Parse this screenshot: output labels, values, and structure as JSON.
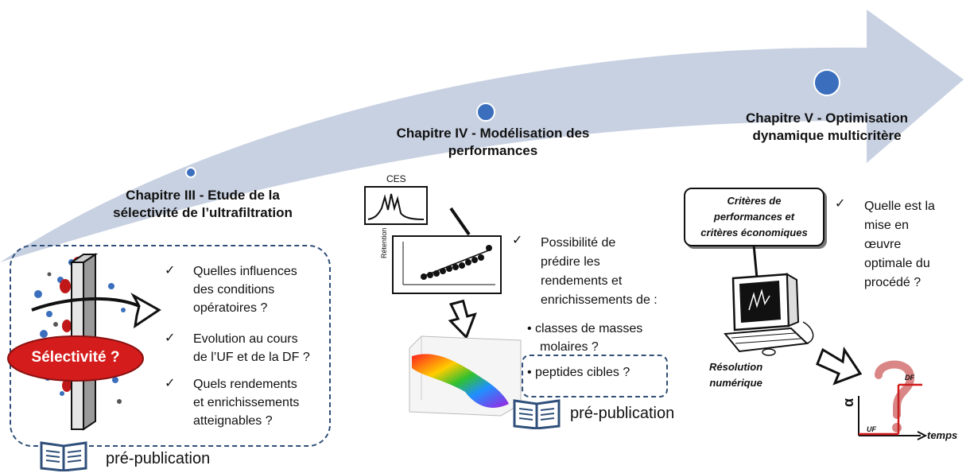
{
  "colors": {
    "arrow": "#c8d1e1",
    "dot": "#3b6fbd",
    "dashed_border": "#2f4f7a",
    "ellipse": "#d51c1c",
    "red_line": "#d51c1c"
  },
  "chapters": [
    {
      "title_line1": "Chapitre III - Etude de la",
      "title_line2": "sélectivité de l’ultrafiltration"
    },
    {
      "title_line1": "Chapitre IV - Modélisation des",
      "title_line2": "performances"
    },
    {
      "title_line1": "Chapitre V - Optimisation",
      "title_line2": "dynamique multicritère"
    }
  ],
  "ch3": {
    "ellipse_label": "Sélectivité ?",
    "items": [
      {
        "line1": "Quelles influences",
        "line2": "des conditions",
        "line3": "opératoires ?"
      },
      {
        "line1": "Evolution au cours",
        "line2": "de l’UF et de la DF ?"
      },
      {
        "line1": "Quels rendements",
        "line2": "et enrichissements",
        "line3": "atteignables ?"
      }
    ],
    "publication": "pré-publication"
  },
  "ch4": {
    "ces_label": "CES",
    "retention_label": "Rétention",
    "main_item": {
      "line1": "Possibilité de",
      "line2": "prédire les",
      "line3": "rendements et",
      "line4": "enrichissements de :"
    },
    "bullets": [
      {
        "line1": "classes de masses",
        "line2": "molaires ?"
      },
      {
        "line1": "peptides cibles ?"
      }
    ],
    "publication": "pré-publication"
  },
  "ch5": {
    "callout": {
      "line1": "Critères de",
      "line2": "performances et",
      "line3": "critères économiques"
    },
    "question": {
      "line1": "Quelle est la",
      "line2": "mise en",
      "line3": "œuvre",
      "line4": "optimale du",
      "line5": "procédé ?"
    },
    "resolution": {
      "line1": "Résolution",
      "line2": "numérique"
    },
    "graph": {
      "y_label": "α",
      "x_label": "temps",
      "uf": "UF",
      "df": "DF"
    }
  },
  "icons": [
    "book-icon",
    "chart-icon",
    "computer-icon",
    "arrow-icon",
    "question-mark-icon",
    "check-icon"
  ]
}
